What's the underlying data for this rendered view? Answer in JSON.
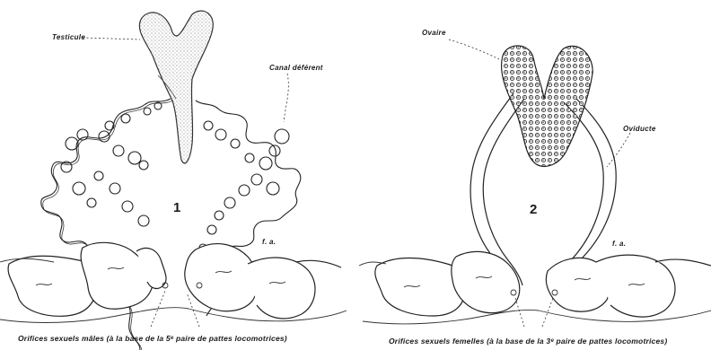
{
  "figure1": {
    "number": "1",
    "labels": {
      "testicule": "Testicule",
      "canal_deferent": "Canal déférent",
      "coxa_mark": "f. a."
    },
    "caption": "Orifices sexuels mâles (à la base de la 5ᵉ paire de pattes locomotrices)"
  },
  "figure2": {
    "number": "2",
    "labels": {
      "ovaire": "Ovaire",
      "oviducte": "Oviducte",
      "coxa_mark": "f. a."
    },
    "caption": "Orifices sexuels femelles (à la base de la 3ᵉ paire de pattes locomotrices)"
  }
}
